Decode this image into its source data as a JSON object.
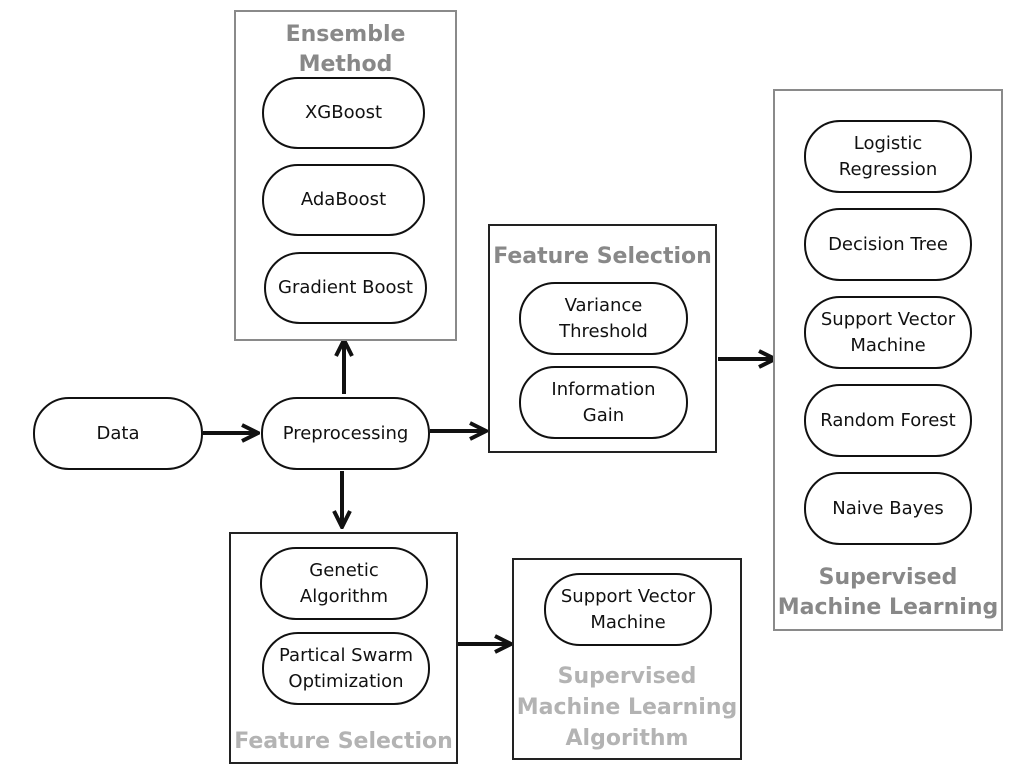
{
  "nodes": {
    "data": "Data",
    "preprocessing": "Preprocessing"
  },
  "ensemble": {
    "title": "Ensemble Method",
    "items": [
      "XGBoost",
      "AdaBoost",
      "Gradient Boost"
    ]
  },
  "feature_selection_top": {
    "title": "Feature Selection",
    "items": [
      "Variance\nThreshold",
      "Information Gain"
    ]
  },
  "supervised_ml": {
    "title": "Supervised\nMachine Learning",
    "items": [
      "Logistic\nRegression",
      "Decision Tree",
      "Support Vector\nMachine",
      "Random Forest",
      "Naive Bayes"
    ]
  },
  "feature_selection_bottom": {
    "title": "Feature Selection",
    "items": [
      "Genetic\nAlgorithm",
      "Partical Swarm\nOptimization"
    ]
  },
  "supervised_algo": {
    "title": "Supervised\nMachine Learning\nAlgorithm",
    "items": [
      "Support Vector\nMachine"
    ]
  },
  "colors": {
    "title_gray": "#888888",
    "title_light": "#b3b3b3",
    "border_gray": "#8a8a8a",
    "stroke": "#111111"
  }
}
